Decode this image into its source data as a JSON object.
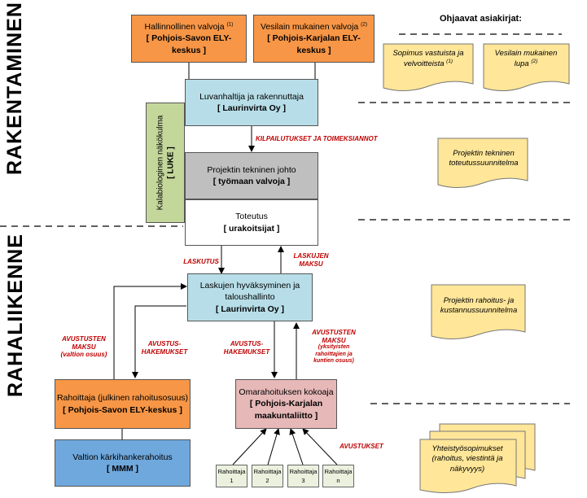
{
  "sections": {
    "rakentaminen": "RAKENTAMINEN",
    "rahaliikenne": "RAHALIIKENNE"
  },
  "header": {
    "docs_title": "Ohjaavat asiakirjat:"
  },
  "boxes": {
    "hallinnollinen": {
      "line1": "Hallinnollinen valvoja",
      "sup": "(1)",
      "line2": "[ Pohjois-Savon ELY-keskus ]"
    },
    "vesilain": {
      "line1": "Vesilain mukainen valvoja",
      "sup": "(2)",
      "line2": "[ Pohjois-Karjalan ELY-keskus ]"
    },
    "luvanhaltija": {
      "line1": "Luvanhaltija ja rakennuttaja",
      "line2": "[ Laurinvirta Oy ]"
    },
    "kalabiologinen": {
      "line1": "Kalabiologinen näkökulma",
      "line2": "[ LUKE ]"
    },
    "tekninen_johto": {
      "line1": "Projektin tekninen johto",
      "line2": "[ työmaan valvoja ]"
    },
    "toteutus": {
      "line1": "Toteutus",
      "line2": "[ urakoitsijat ]"
    },
    "laskujen": {
      "line1": "Laskujen hyväksyminen ja",
      "line2": "taloushallinto",
      "line3": "[ Laurinvirta Oy ]"
    },
    "rahoittaja": {
      "line1": "Rahoittaja (julkinen rahoitusosuus)",
      "line2": "[ Pohjois-Savon ELY-keskus ]"
    },
    "omarahoitus": {
      "line1": "Omarahoituksen kokoaja",
      "line2": "[ Pohjois-Karjalan",
      "line3": "maakuntaliitto ]"
    },
    "valtion": {
      "line1": "Valtion kärkihankerahoitus",
      "line2": "[ MMM ]"
    }
  },
  "funders": [
    {
      "label": "Rahoittaja",
      "num": "1"
    },
    {
      "label": "Rahoittaja",
      "num": "2"
    },
    {
      "label": "Rahoittaja",
      "num": "3"
    },
    {
      "label": "Rahoittaja",
      "num": "n"
    }
  ],
  "labels": {
    "kilpailutukset": "KILPAILUTUKSET JA TOIMEKSIANNOT",
    "laskutus": "LASKUTUS",
    "laskujen_maksu": "LASKUJEN MAKSU",
    "avustusten_maksu_valtio_1": "AVUSTUSTEN MAKSU",
    "avustusten_maksu_valtio_2": "(valtion osuus)",
    "avustushakemukset_1": "AVUSTUS-HAKEMUKSET",
    "avustushakemukset_2": "AVUSTUS-HAKEMUKSET",
    "avustusten_maksu_yks_1": "AVUSTUSTEN MAKSU",
    "avustusten_maksu_yks_2": "(yksityisten rahoittajien ja kuntien osuus)",
    "avustukset": "AVUSTUKSET"
  },
  "documents": {
    "sopimus": {
      "text": "Sopimus vastuista ja velvoitteista",
      "sup": "(1)"
    },
    "vesilain_lupa": {
      "text": "Vesilain mukainen lupa",
      "sup": "(2)"
    },
    "tekninen": "Projektin tekninen toteutussuunnitelma",
    "rahoitus": "Projektin rahoitus- ja kustannussuunnitelma",
    "yhteistyo": "Yhteistyösopimukset (rahoitus, viestintä ja näkyvyys)"
  },
  "colors": {
    "orange": "#f79646",
    "light_blue": "#b7dee8",
    "grey": "#bfbfbf",
    "pink": "#e6b8b7",
    "green": "#c4d79b",
    "blue": "#6fa8dc",
    "doc_yellow": "#ffe699",
    "label_red": "#c00000"
  }
}
